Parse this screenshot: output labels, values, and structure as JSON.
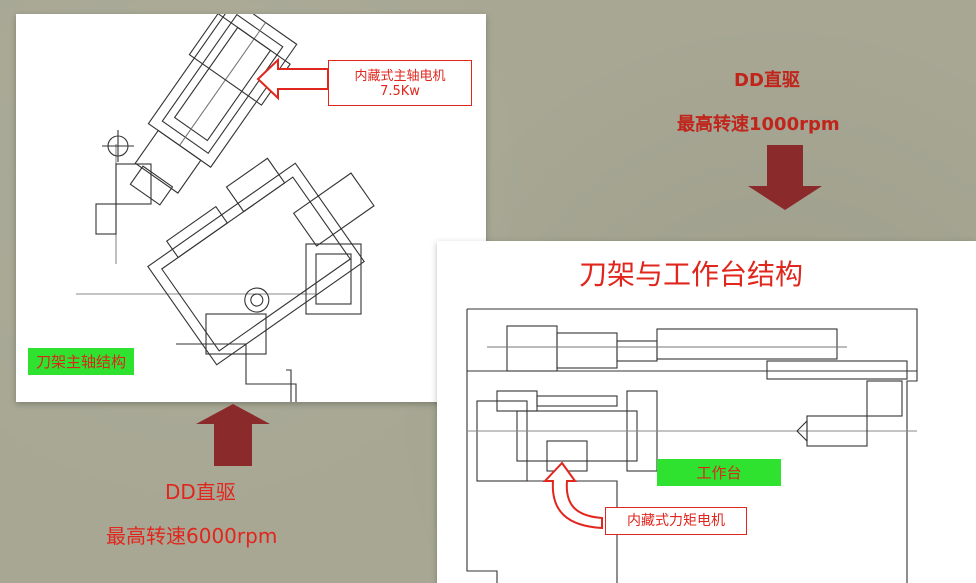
{
  "left_panel": {
    "callout_line1": "内藏式主轴电机",
    "callout_line2": "7.5Kw",
    "tag": "刀架主轴结构"
  },
  "bottom_left": {
    "line1": "DD直驱",
    "line2": "最高转速6000rpm"
  },
  "top_right": {
    "line1": "DD直驱",
    "line2": "最高转速1000rpm"
  },
  "right_panel": {
    "title": "刀架与工作台结构",
    "tag": "工作台",
    "callout": "内藏式力矩电机"
  },
  "colors": {
    "red_text": "#e0261d",
    "arrow_fill": "#8b2a2a",
    "green_tag": "#2fe22f",
    "background": "#a7a794"
  }
}
